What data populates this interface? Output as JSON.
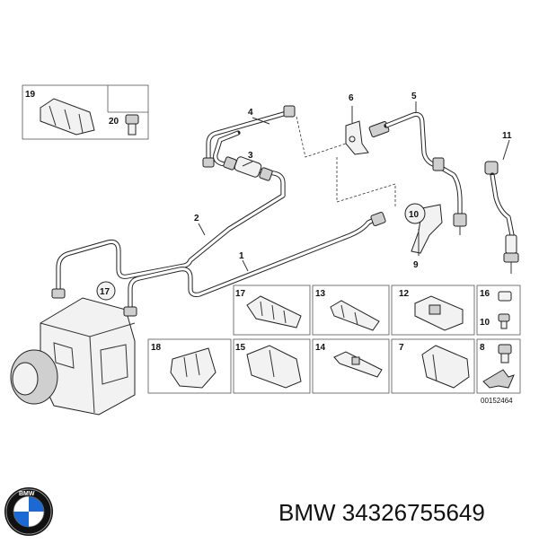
{
  "diagram": {
    "callouts": {
      "n1": "1",
      "n2": "2",
      "n3": "3",
      "n4": "4",
      "n5": "5",
      "n6": "6",
      "n9": "9",
      "n10": "10",
      "n11": "11",
      "n17": "17",
      "n19": "19",
      "n20": "20"
    },
    "parts_grid": {
      "row1": [
        "17",
        "13",
        "12",
        "16",
        "10"
      ],
      "row2": [
        "18",
        "15",
        "14",
        "7",
        "8"
      ]
    },
    "drawing_number": "00152464"
  },
  "footer": {
    "brand_text": "BMW 34326755649"
  },
  "logo": {
    "text": "BMW",
    "colors": {
      "blue": "#1c69d4",
      "black": "#111111",
      "white": "#ffffff"
    }
  }
}
